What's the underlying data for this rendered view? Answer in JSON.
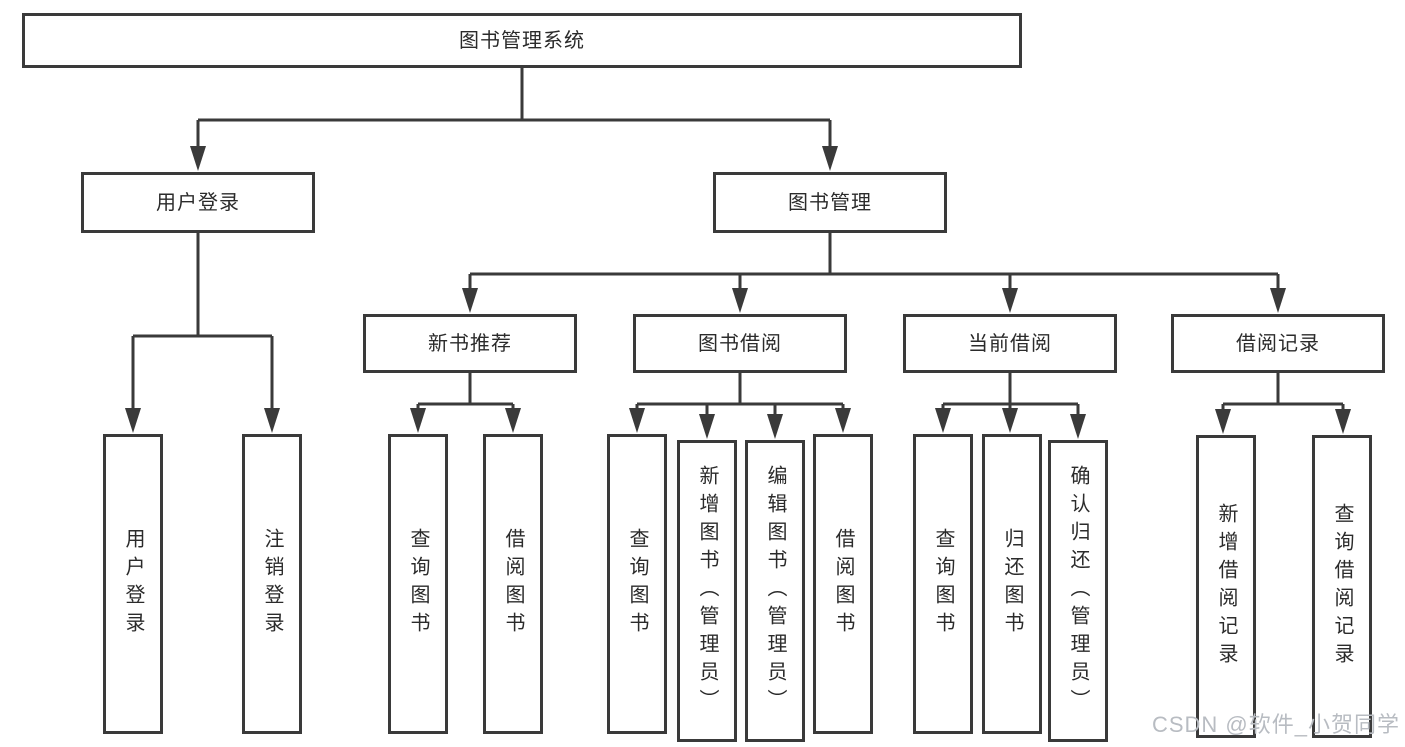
{
  "tree": {
    "root": {
      "label": "图书管理系统"
    },
    "branches": [
      {
        "label": "用户登录",
        "children": [
          {
            "label": "用户登录"
          },
          {
            "label": "注销登录"
          }
        ]
      },
      {
        "label": "图书管理",
        "children": [
          {
            "label": "新书推荐",
            "children": [
              {
                "label": "查询图书"
              },
              {
                "label": "借阅图书"
              }
            ]
          },
          {
            "label": "图书借阅",
            "children": [
              {
                "label": "查询图书"
              },
              {
                "label": "新增图书（管理员）"
              },
              {
                "label": "编辑图书（管理员）"
              },
              {
                "label": "借阅图书"
              }
            ]
          },
          {
            "label": "当前借阅",
            "children": [
              {
                "label": "查询图书"
              },
              {
                "label": "归还图书"
              },
              {
                "label": "确认归还（管理员）"
              }
            ]
          },
          {
            "label": "借阅记录",
            "children": [
              {
                "label": "新增借阅记录"
              },
              {
                "label": "查询借阅记录"
              }
            ]
          }
        ]
      }
    ]
  },
  "watermark": "CSDN @软件_小贺同学",
  "colors": {
    "line": "#3a3a3a",
    "box_border": "#3a3a3a",
    "text": "#2b2b2b",
    "watermark": "#b8bcc2",
    "background": "#ffffff"
  }
}
